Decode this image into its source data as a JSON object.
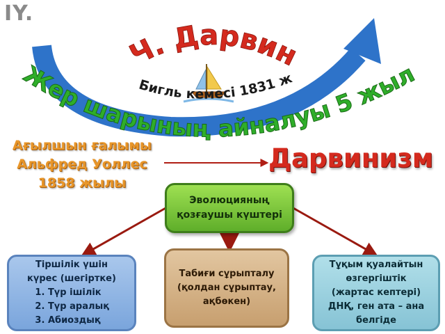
{
  "section_number": "IY.",
  "title": "Ч. Дарвин",
  "ship_caption": "Бигль кемесі 1831 ж",
  "voyage_text": "Жер шарының айналуы 5 жыл",
  "wallace": {
    "line1": "Ағылшын ғалымы",
    "line2": "Альфред Уоллес",
    "line3": "1858 жылы"
  },
  "darwinism": "Дарвинизм",
  "center_box": {
    "line1": "Эволюцияның",
    "line2": "қозғаушы күштері"
  },
  "left_box": {
    "line1": "Тіршілік үшін",
    "line2": "күрес (шегіртке)",
    "items": [
      "Түр ішілік",
      "Түр аралық",
      "Абиоздық"
    ]
  },
  "mid_box": {
    "line1": "Табиғи сұрыпталу",
    "line2": "(қолдан сұрыптау,",
    "line3": "ақбөкен)"
  },
  "right_box": {
    "line1": "Тұқым қуалайтын",
    "line2": "өзгергіштік",
    "line3": "(жартас кептері)",
    "line4": "ДНҚ, ген ата – ана",
    "line5": "белгіде"
  },
  "colors": {
    "arc_blue": "#2e73c9",
    "title_red": "#d42a1e",
    "voyage_green": "#2fae2a",
    "wallace_orange": "#e8962a",
    "arrow_red": "#b01e14"
  },
  "icons": [
    "sailboat-icon"
  ]
}
